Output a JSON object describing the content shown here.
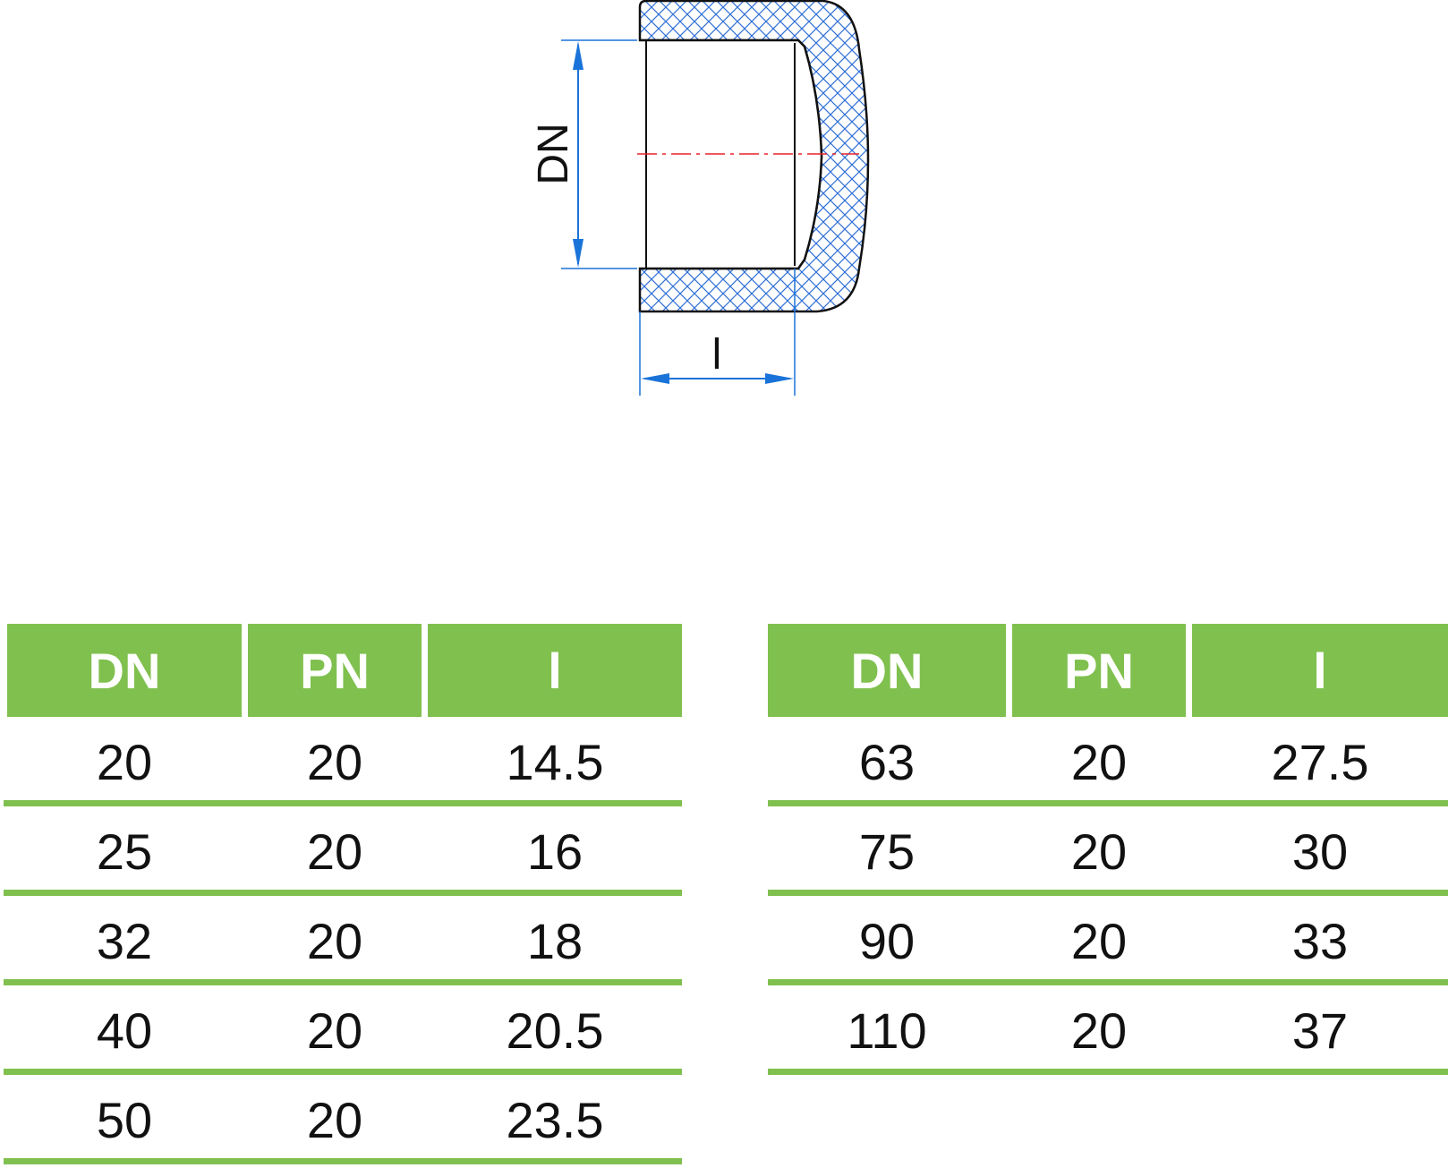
{
  "drawing": {
    "dn_label": "DN",
    "l_label": "l",
    "hatch_color": "#2f6fd6",
    "dimension_color": "#1a73d8",
    "centerline_color": "#e8202a"
  },
  "colors": {
    "header_bg": "#80c04f",
    "header_text": "#ffffff",
    "rule": "#80c04f"
  },
  "tables": [
    {
      "headers": [
        "DN",
        "PN",
        "l"
      ],
      "rows": [
        [
          "20",
          "20",
          "14.5"
        ],
        [
          "25",
          "20",
          "16"
        ],
        [
          "32",
          "20",
          "18"
        ],
        [
          "40",
          "20",
          "20.5"
        ],
        [
          "50",
          "20",
          "23.5"
        ]
      ]
    },
    {
      "headers": [
        "DN",
        "PN",
        "l"
      ],
      "rows": [
        [
          "63",
          "20",
          "27.5"
        ],
        [
          "75",
          "20",
          "30"
        ],
        [
          "90",
          "20",
          "33"
        ],
        [
          "110",
          "20",
          "37"
        ]
      ]
    }
  ]
}
